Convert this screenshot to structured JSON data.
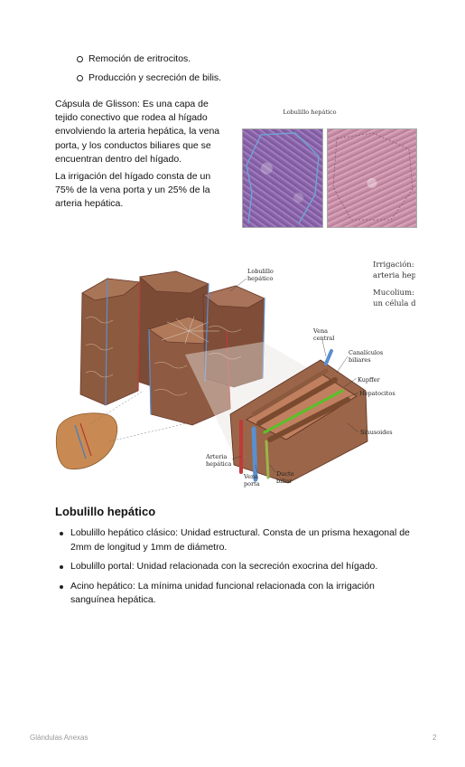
{
  "top_list": {
    "items": [
      "Remoción de eritrocitos.",
      "Producción y secreción de bilis."
    ]
  },
  "paragraphs": {
    "glisson": "Cápsula de Glisson: Es una capa de tejido conectivo que rodea al hígado envolviendo la arteria hepática, la vena porta, y los conductos biliares que se encuentran dentro del hígado.",
    "irrigacion": "La irrigación del hígado consta de un 75% de la vena porta y un 25% de la arteria hepática."
  },
  "micrograph": {
    "title": "Lobulillo hepático"
  },
  "figure": {
    "labels": {
      "lobulillo": "Lobulillo hepático",
      "vena_central": "Vena central",
      "canaliculos": "Canalículos biliares",
      "kupffer": "Kupffer",
      "hepatocitos": "Hepatocitos",
      "sinusoides": "Sinusoides",
      "arteria": "Arteria hepática",
      "vena_porta": "Vena porta",
      "ducto": "Ducto biliar"
    },
    "side_text": {
      "line1": "Irrigación:",
      "line2": "arteria hep",
      "line3": "Mucolium:",
      "line4": "un célula d"
    }
  },
  "section": {
    "heading": "Lobulillo hepático",
    "items": [
      "Lobulillo hepático clásico: Unidad estructural. Consta de un prisma hexagonal de 2mm de longitud y 1mm de diámetro.",
      "Lobulillo portal: Unidad relacionada con la secreción exocrina del hígado.",
      "Acino hepático: La mínima unidad funcional relacionada con la irrigación sanguínea hepática."
    ]
  },
  "footer": {
    "title": "Glándulas Anexas",
    "page_number": "2"
  }
}
